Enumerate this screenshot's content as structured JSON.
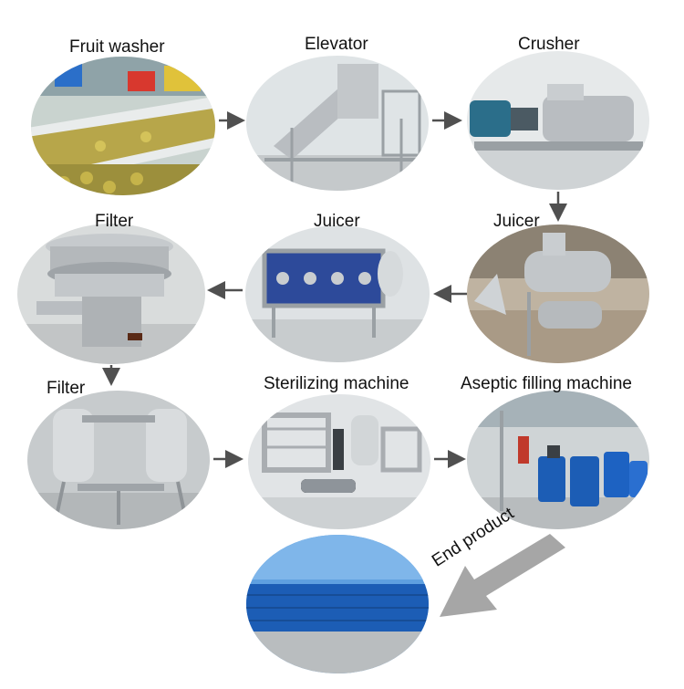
{
  "steps": [
    {
      "label": "Fruit washer"
    },
    {
      "label": "Elevator"
    },
    {
      "label": "Crusher"
    },
    {
      "label": "Juicer"
    },
    {
      "label": "Juicer"
    },
    {
      "label": "Filter"
    },
    {
      "label": "Filter"
    },
    {
      "label": "Sterilizing machine"
    },
    {
      "label": "Aseptic filling machine"
    }
  ],
  "end_product_label": "End product",
  "colors": {
    "arrow": "#505050",
    "big_arrow": "#a6a6a6",
    "steel": "#b9bdc1",
    "drum_blue": "#1c5db5",
    "sky": "#5fa0e0"
  }
}
